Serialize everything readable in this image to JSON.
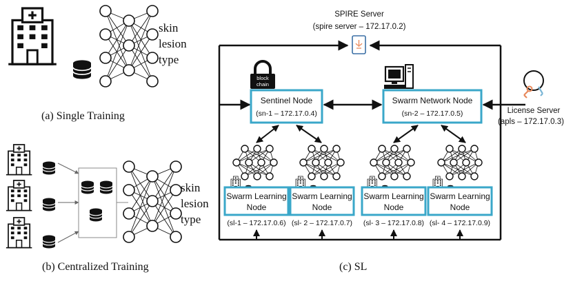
{
  "panel_a": {
    "output_label_lines": [
      "skin",
      "lesion",
      "type"
    ],
    "caption": "(a) Single Training"
  },
  "panel_b": {
    "output_label_lines": [
      "skin",
      "lesion",
      "type"
    ],
    "caption": "(b) Centralized  Training"
  },
  "panel_c": {
    "caption": "(c) SL",
    "spire_server": {
      "title": "SPIRE Server",
      "address": "(spire server – 172.17.0.2)"
    },
    "license_server": {
      "title": "License Server",
      "address": "(apls –   172.17.0.3)"
    },
    "blockchain_label_lines": [
      "block",
      "chain"
    ],
    "sentinel_node": {
      "title": "Sentinel Node",
      "address": "(sn-1 – 172.17.0.4)"
    },
    "swarm_network_node": {
      "title": "Swarm Network Node",
      "address": "(sn-2 – 172.17.0.5)"
    },
    "swarm_learning_nodes": [
      {
        "title_lines": [
          "Swarm Learning",
          "Node"
        ],
        "address": "(sl-1 – 172.17.0.6)"
      },
      {
        "title_lines": [
          "Swarm Learning",
          "Node"
        ],
        "address": "(sl- 2 – 172.17.0.7)"
      },
      {
        "title_lines": [
          "Swarm Learning",
          "Node"
        ],
        "address": "(sl- 3 – 172.17.0.8)"
      },
      {
        "title_lines": [
          "Swarm Learning",
          "Node"
        ],
        "address": "(sl- 4 – 172.17.0.9)"
      }
    ]
  },
  "colors": {
    "node_border": "#3aa7c9",
    "line": "#111111",
    "license_accent": "#e8885a",
    "license_key": "#7ab6d6"
  }
}
